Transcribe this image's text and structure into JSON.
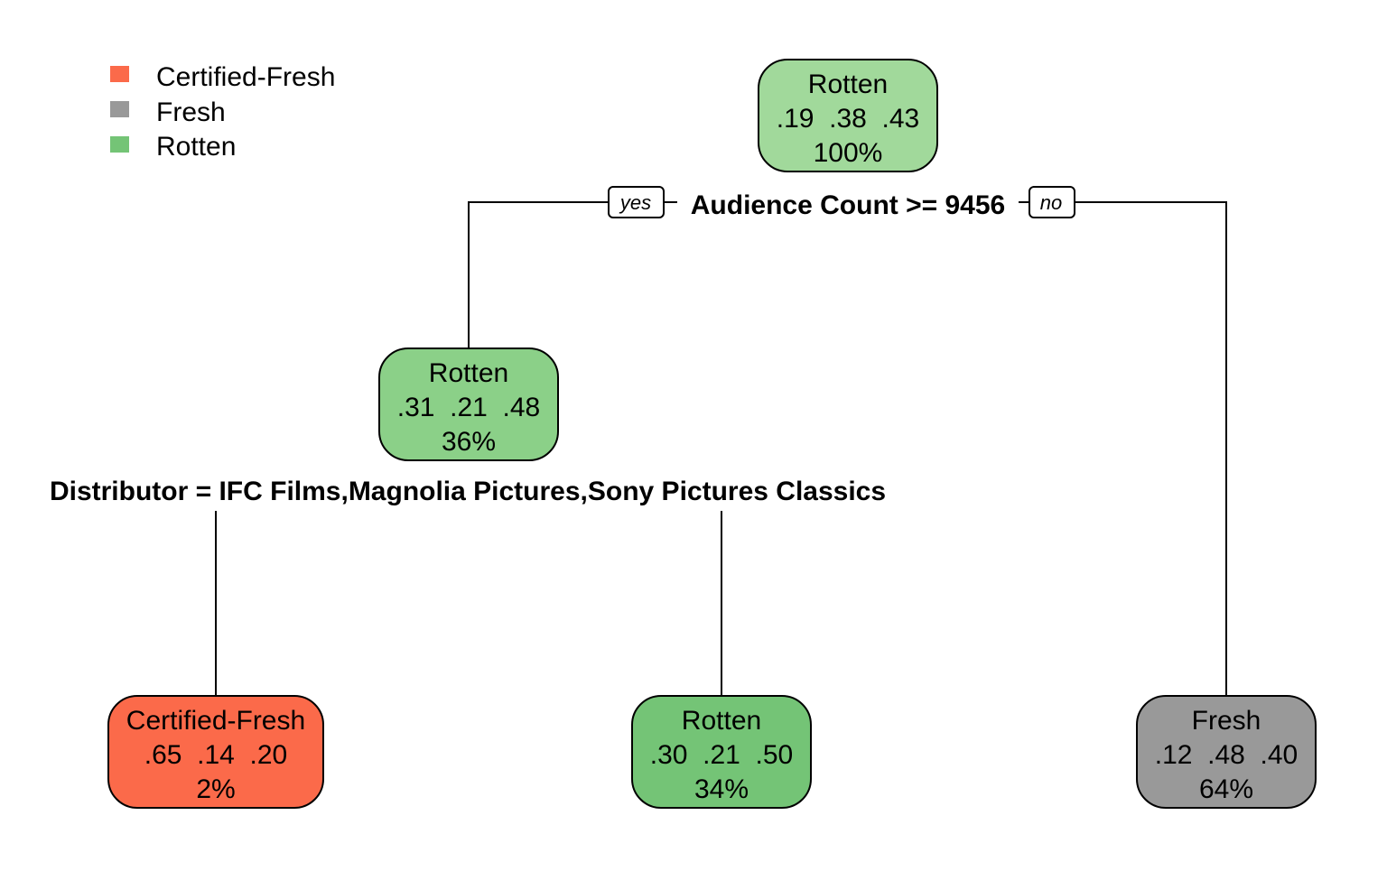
{
  "legend": [
    {
      "label": "Certified-Fresh",
      "color": "#fb6a4a"
    },
    {
      "label": "Fresh",
      "color": "#999999"
    },
    {
      "label": "Rotten",
      "color": "#74c476"
    }
  ],
  "edge_labels": {
    "yes": "yes",
    "no": "no"
  },
  "nodes": {
    "root": {
      "class": "Rotten",
      "probs": ".19  .38  .43",
      "percent": "100%",
      "color": "#a1d99b",
      "split": "Audience Count >= 9456"
    },
    "left": {
      "class": "Rotten",
      "probs": ".31  .21  .48",
      "percent": "36%",
      "color": "#8bd088",
      "split": "Distributor = IFC Films,Magnolia Pictures,Sony Pictures Classics"
    },
    "leaf_certified": {
      "class": "Certified-Fresh",
      "probs": ".65  .14  .20",
      "percent": "2%",
      "color": "#fb6a4a"
    },
    "leaf_rotten": {
      "class": "Rotten",
      "probs": ".30  .21  .50",
      "percent": "34%",
      "color": "#74c476"
    },
    "leaf_fresh": {
      "class": "Fresh",
      "probs": ".12  .48  .40",
      "percent": "64%",
      "color": "#999999"
    }
  }
}
